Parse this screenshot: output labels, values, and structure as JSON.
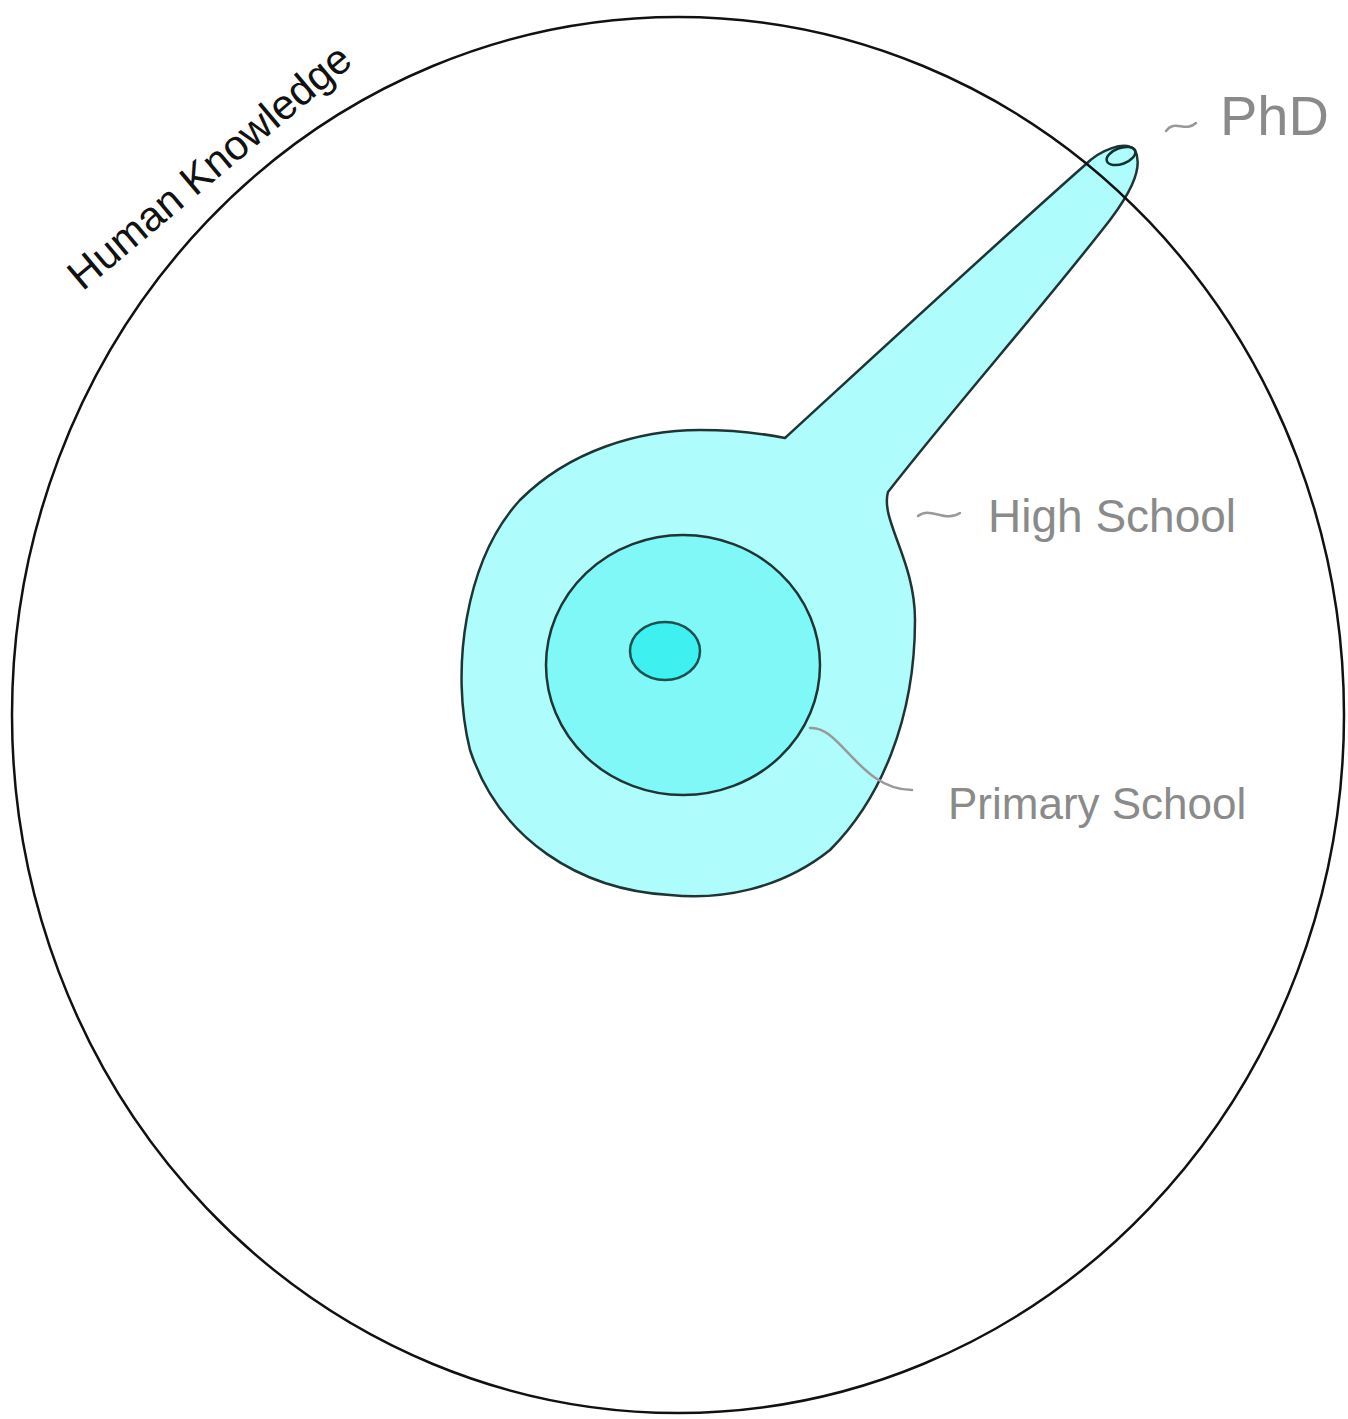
{
  "diagram": {
    "nodes": [
      {
        "text": [
          "Human Knowledge"
        ]
      }
    ],
    "labels": [
      "PhD",
      "High School",
      "Primary School"
    ]
  }
}
